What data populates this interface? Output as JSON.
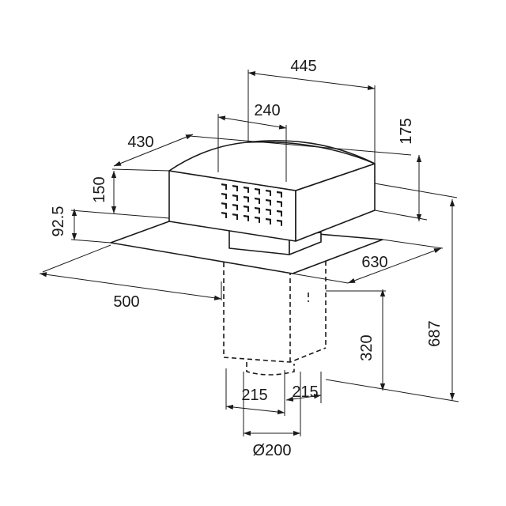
{
  "dimensions": {
    "top_width": "445",
    "top_depth": "240",
    "side_depth": "430",
    "top_height": "175",
    "body_height": "150",
    "plate_height": "92.5",
    "plate_width": "630",
    "plate_depth": "500",
    "total_height": "687",
    "duct_height": "320",
    "duct_left": "215",
    "duct_right": "215",
    "diameter": "Ø200"
  }
}
